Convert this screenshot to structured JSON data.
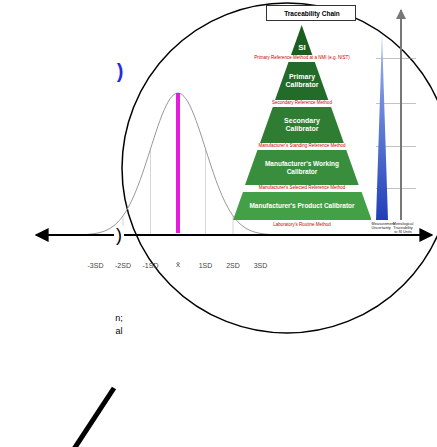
{
  "diagram": {
    "nodes": [
      {
        "text": [
          "Traceability Chain"
        ]
      },
      {
        "text": [
          "SI"
        ]
      },
      {
        "text": [
          "Primary Calibrator"
        ]
      },
      {
        "text": [
          "Secondary Calibrator"
        ]
      },
      {
        "text": [
          "Manufacturer's Working Calibrator"
        ]
      },
      {
        "text": [
          "Manufacturer's Product Calibrator"
        ]
      }
    ],
    "labels": [
      ")",
      ")",
      "n;",
      "al",
      "-3SD",
      "-2SD",
      "-1SD",
      "x̄",
      "1SD",
      "2SD",
      "3SD",
      "Primary Reference Method at a NMI (e.g. NIST)",
      "Secondary Reference Method",
      "Manufacturer's Standing Reference Method",
      "Manufacturer's Selected Reference Method",
      "Laboratory's Routine Method",
      "Measurement Uncertainty",
      "Metrological Traceability to SI Units"
    ]
  }
}
